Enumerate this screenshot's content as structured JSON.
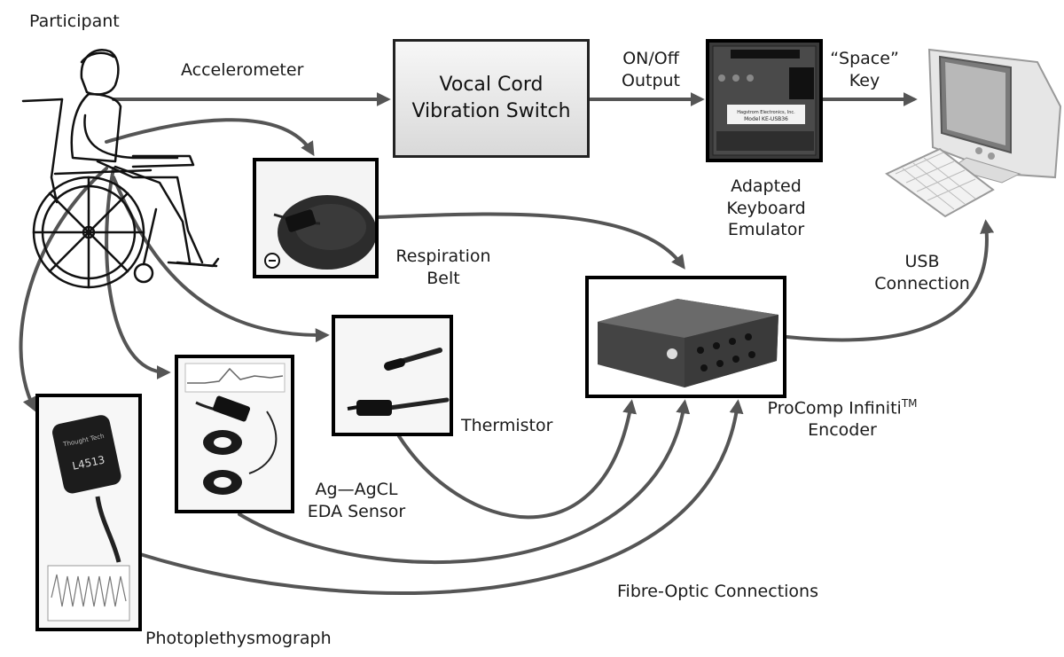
{
  "participant": "Participant",
  "accelerometer": "Accelerometer",
  "vocal_cord_switch": {
    "line1": "Vocal Cord",
    "line2": "Vibration Switch"
  },
  "on_off_output": {
    "line1": "ON/Off",
    "line2": "Output"
  },
  "emulator_board_text": {
    "maker": "Hagstrom Electronics, Inc.",
    "model": "Model KE-USB36"
  },
  "space_key": {
    "line1": "“Space”",
    "line2": "Key"
  },
  "adapted_keyboard_emulator": {
    "line1": "Adapted",
    "line2": "Keyboard",
    "line3": "Emulator"
  },
  "usb_connection": {
    "line1": "USB",
    "line2": "Connection"
  },
  "respiration_belt": {
    "line1": "Respiration",
    "line2": "Belt"
  },
  "thermistor": "Thermistor",
  "eda_sensor": {
    "line1": "Ag—AgCL",
    "line2": "EDA Sensor"
  },
  "encoder": {
    "line1": "ProComp Infiniti",
    "tm": "TM",
    "line2": "Encoder"
  },
  "ppg_sensor_text": {
    "brand": "Thought Tech",
    "number": "L4513"
  },
  "fibre_optic": "Fibre-Optic Connections",
  "photoplethysmograph": "Photoplethysmograph"
}
